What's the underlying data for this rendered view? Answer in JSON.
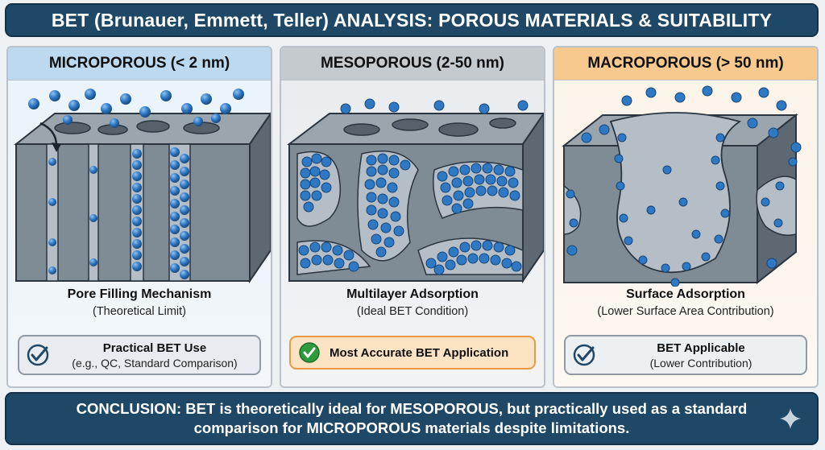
{
  "title": "BET (Brunauer, Emmett, Teller) ANALYSIS: POROUS MATERIALS & SUITABILITY",
  "colors": {
    "dark_blue": "#1f4866",
    "micro_header": "#bcd9f0",
    "meso_header": "#c5cace",
    "macro_header": "#f7c98f",
    "solid_gray": "#7f8b95",
    "molecule_blue": "#2f78c4",
    "success_green": "#2e9b3e"
  },
  "panels": [
    {
      "header": "MICROPOROUS (< 2 nm)",
      "mechanism": "Pore Filling Mechanism",
      "mechanism_note": "(Theoretical Limit)",
      "badge_icon": "check-circle-outline-icon",
      "badge_line1": "Practical BET Use",
      "badge_line2": "(e.g., QC, Standard Comparison)"
    },
    {
      "header": "MESOPOROUS (2-50 nm)",
      "mechanism": "Multilayer Adsorption",
      "mechanism_note": "(Ideal BET Condition)",
      "badge_icon": "check-circle-filled-icon",
      "badge_line1": "Most Accurate BET Application"
    },
    {
      "header": "MACROPOROUS (> 50 nm)",
      "mechanism": "Surface Adsorption",
      "mechanism_note": "(Lower Surface Area Contribution)",
      "badge_icon": "check-circle-outline-icon",
      "badge_line1": "BET Applicable",
      "badge_line2": "(Lower Contribution)"
    }
  ],
  "conclusion": "CONCLUSION: BET is theoretically ideal for MESOPOROUS, but practically used as a standard comparison for MICROPOROUS materials despite limitations.",
  "footer_icon": "sparkle-icon"
}
